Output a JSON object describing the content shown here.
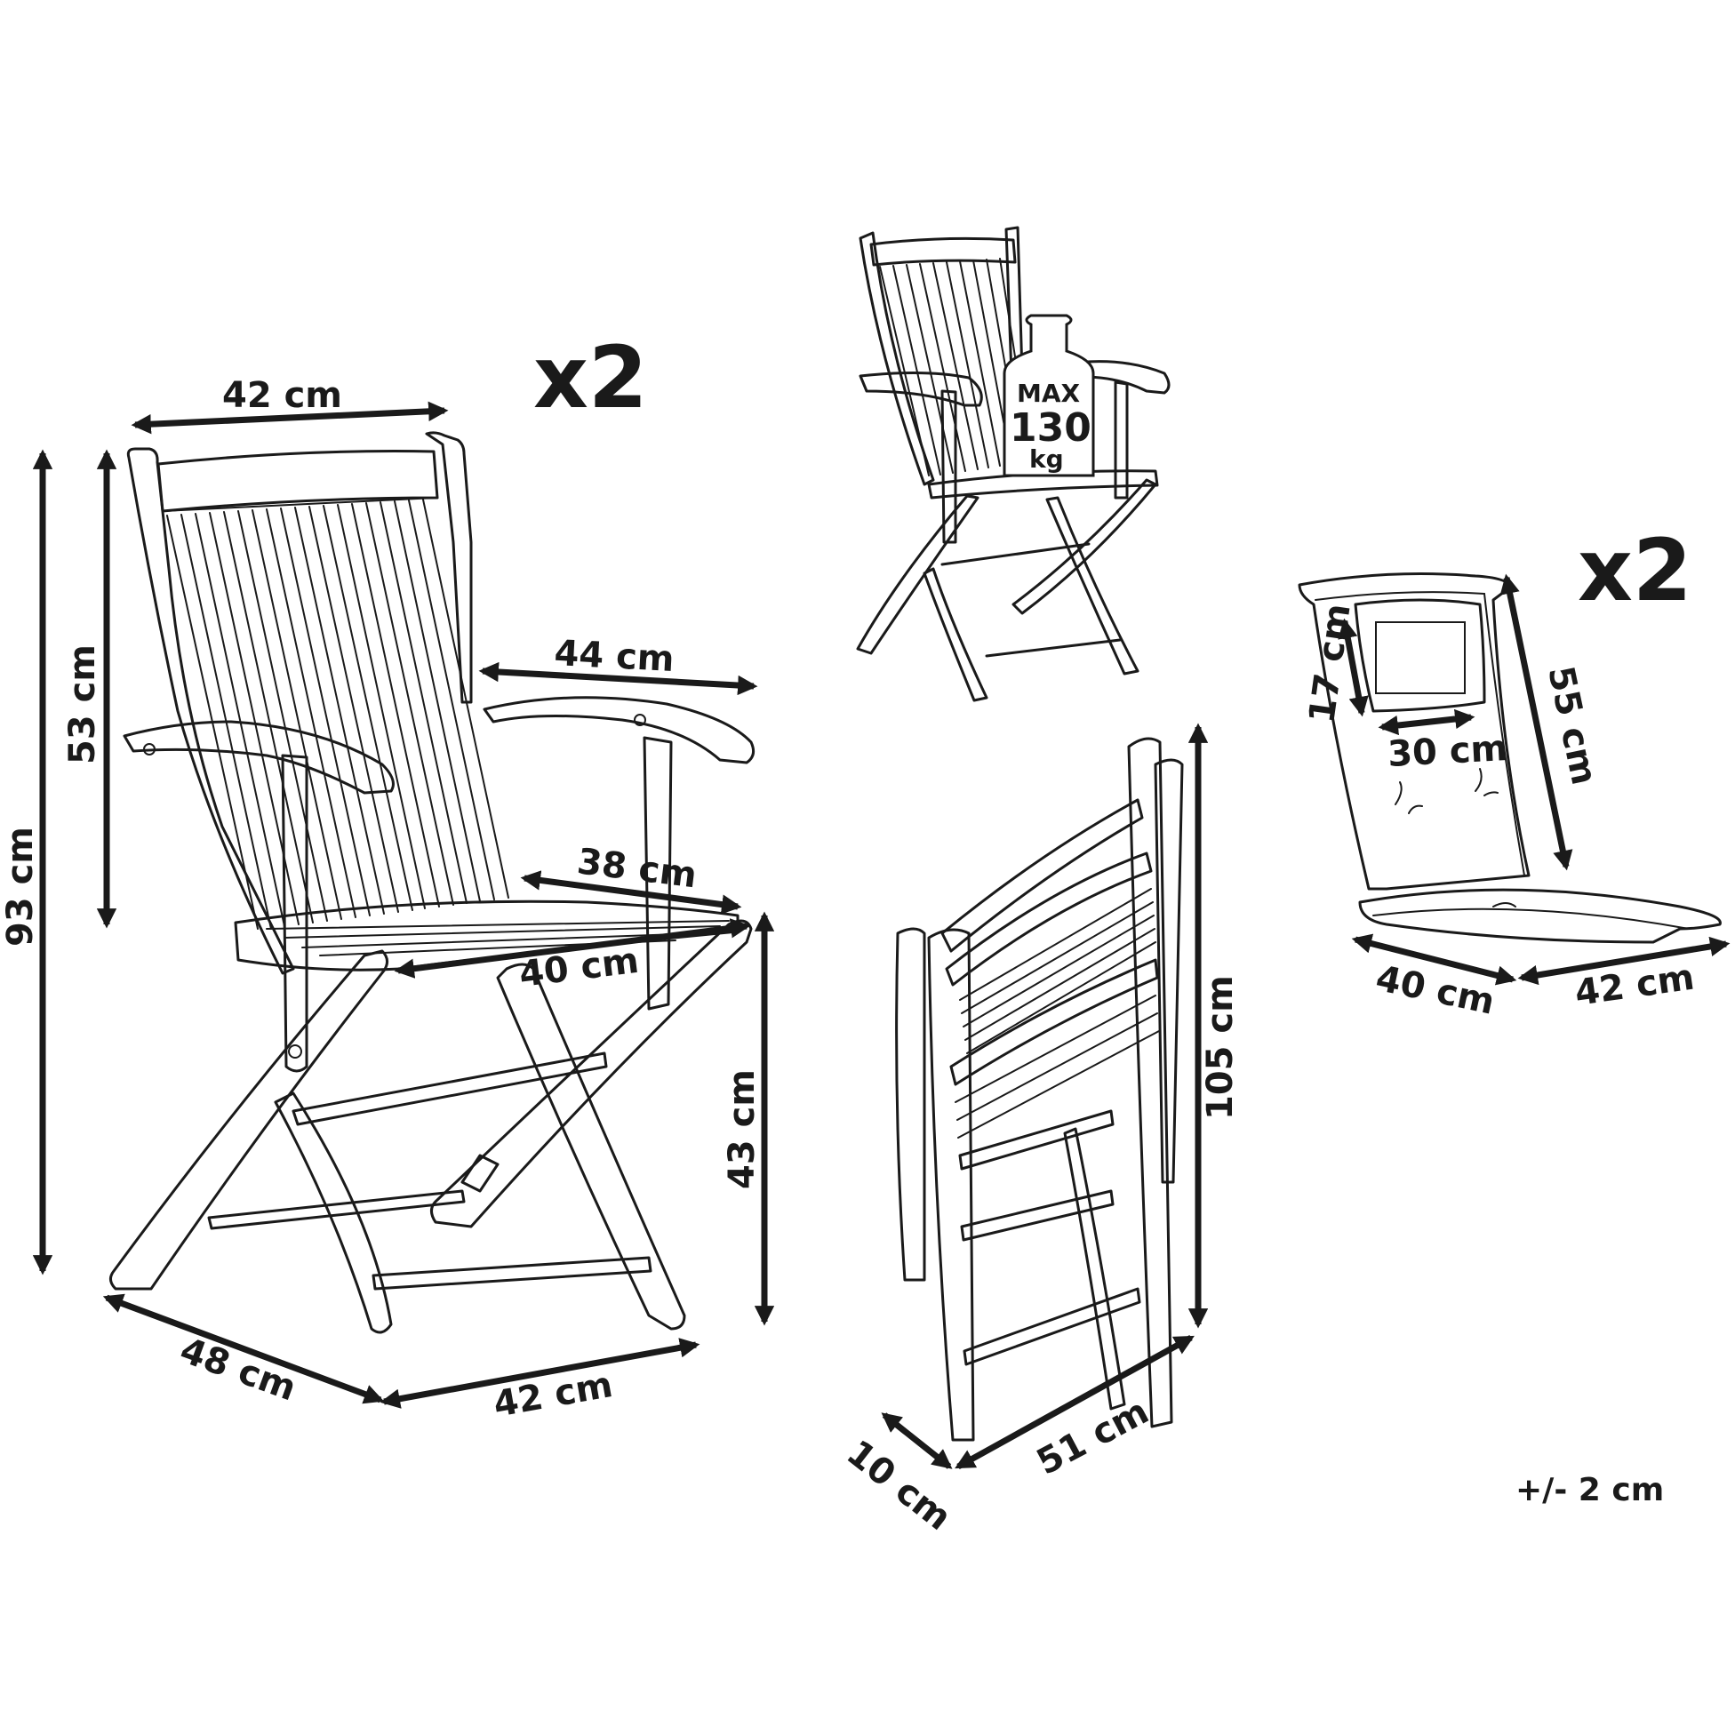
{
  "labels": {
    "chair_multiplier": "x2",
    "cushion_multiplier": "x2",
    "chair_backrest_width": "42 cm",
    "chair_total_height": "93 cm",
    "chair_backrest_height": "53 cm",
    "chair_armrest_width": "44 cm",
    "chair_seat_depth": "38 cm",
    "chair_seat_width": "40 cm",
    "chair_seat_height": "43 cm",
    "chair_base_depth": "48 cm",
    "chair_base_width": "42 cm",
    "max_load_line1": "MAX",
    "max_load_line2": "130",
    "max_load_line3": "kg",
    "folded_height": "105 cm",
    "folded_depth": "10 cm",
    "folded_width": "51 cm",
    "pillow_height": "17 cm",
    "pillow_width": "30 cm",
    "cushion_back_height": "55 cm",
    "cushion_seat_depth": "40 cm",
    "cushion_seat_width": "42 cm",
    "tolerance": "+/- 2 cm"
  }
}
